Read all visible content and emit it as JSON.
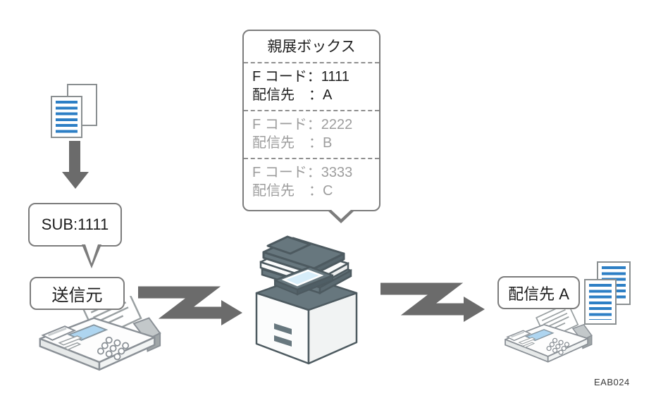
{
  "figure": {
    "id_label": "EAB024"
  },
  "confidential_box": {
    "title": "親展ボックス",
    "entries": [
      {
        "fcode": "F コード：1111",
        "dest": "配信先　：A",
        "active": true
      },
      {
        "fcode": "F コード：2222",
        "dest": "配信先　：B",
        "active": false
      },
      {
        "fcode": "F コード：3333",
        "dest": "配信先　：C",
        "active": false
      }
    ]
  },
  "sender": {
    "bubble_text": "SUB:1111",
    "label": "送信元"
  },
  "receiver": {
    "label": "配信先 A"
  },
  "icons": {
    "documents_left": "document-stack-icon",
    "documents_right": "received-document-stack-icon",
    "down_arrow": "down-arrow-icon",
    "zigzag_arrow_1": "zigzag-transmission-arrow-icon",
    "zigzag_arrow_2": "zigzag-transmission-arrow-icon",
    "mfp": "multifunction-printer-icon",
    "fax_sender": "fax-machine-icon",
    "fax_receiver": "fax-machine-icon"
  },
  "colors": {
    "document_line_blue": "#2d7fc5",
    "printer_slate": "#67777e",
    "outline_gray": "#7c7c7c",
    "arrow_gray": "#6b6b6b",
    "active_text": "#1f1f1f",
    "inactive_text": "#9d9d9d",
    "screen_blue": "#d7edf9",
    "fax_screen_blue": "#aed5f0"
  }
}
